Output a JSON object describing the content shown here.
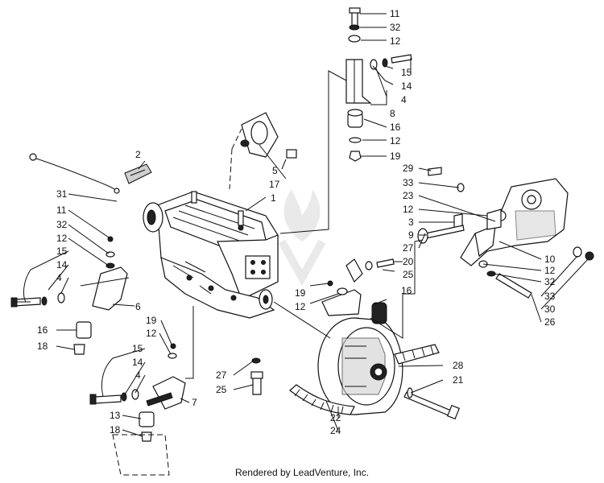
{
  "footer": "Rendered by LeadVenture, Inc.",
  "callouts": [
    {
      "id": "c1",
      "text": "11"
    },
    {
      "id": "c2",
      "text": "32"
    },
    {
      "id": "c3",
      "text": "12"
    },
    {
      "id": "c4",
      "text": "15"
    },
    {
      "id": "c5",
      "text": "14"
    },
    {
      "id": "c6",
      "text": "4"
    },
    {
      "id": "c7",
      "text": "8"
    },
    {
      "id": "c8",
      "text": "16"
    },
    {
      "id": "c9",
      "text": "12"
    },
    {
      "id": "c10",
      "text": "19"
    },
    {
      "id": "c11",
      "text": "2"
    },
    {
      "id": "c12",
      "text": "5"
    },
    {
      "id": "c13",
      "text": "17"
    },
    {
      "id": "c14",
      "text": "1"
    },
    {
      "id": "c15",
      "text": "31"
    },
    {
      "id": "c16",
      "text": "11"
    },
    {
      "id": "c17",
      "text": "32"
    },
    {
      "id": "c18",
      "text": "12"
    },
    {
      "id": "c19",
      "text": "15"
    },
    {
      "id": "c20",
      "text": "14"
    },
    {
      "id": "c21",
      "text": "4"
    },
    {
      "id": "c22",
      "text": "6"
    },
    {
      "id": "c23",
      "text": "16"
    },
    {
      "id": "c24",
      "text": "18"
    },
    {
      "id": "c25",
      "text": "19"
    },
    {
      "id": "c26",
      "text": "12"
    },
    {
      "id": "c27",
      "text": "15"
    },
    {
      "id": "c28",
      "text": "14"
    },
    {
      "id": "c29",
      "text": "4"
    },
    {
      "id": "c30",
      "text": "7"
    },
    {
      "id": "c31",
      "text": "13"
    },
    {
      "id": "c32",
      "text": "18"
    },
    {
      "id": "c33",
      "text": "29"
    },
    {
      "id": "c34",
      "text": "33"
    },
    {
      "id": "c35",
      "text": "23"
    },
    {
      "id": "c36",
      "text": "12"
    },
    {
      "id": "c37",
      "text": "3"
    },
    {
      "id": "c38",
      "text": "9"
    },
    {
      "id": "c39",
      "text": "27"
    },
    {
      "id": "c40",
      "text": "20"
    },
    {
      "id": "c41",
      "text": "25"
    },
    {
      "id": "c42",
      "text": "10"
    },
    {
      "id": "c43",
      "text": "12"
    },
    {
      "id": "c44",
      "text": "32"
    },
    {
      "id": "c45",
      "text": "33"
    },
    {
      "id": "c46",
      "text": "30"
    },
    {
      "id": "c47",
      "text": "26"
    },
    {
      "id": "c48",
      "text": "19"
    },
    {
      "id": "c49",
      "text": "12"
    },
    {
      "id": "c50",
      "text": "16"
    },
    {
      "id": "c51",
      "text": "27"
    },
    {
      "id": "c52",
      "text": "25"
    },
    {
      "id": "c53",
      "text": "28"
    },
    {
      "id": "c54",
      "text": "21"
    },
    {
      "id": "c55",
      "text": "22"
    },
    {
      "id": "c56",
      "text": "24"
    }
  ]
}
